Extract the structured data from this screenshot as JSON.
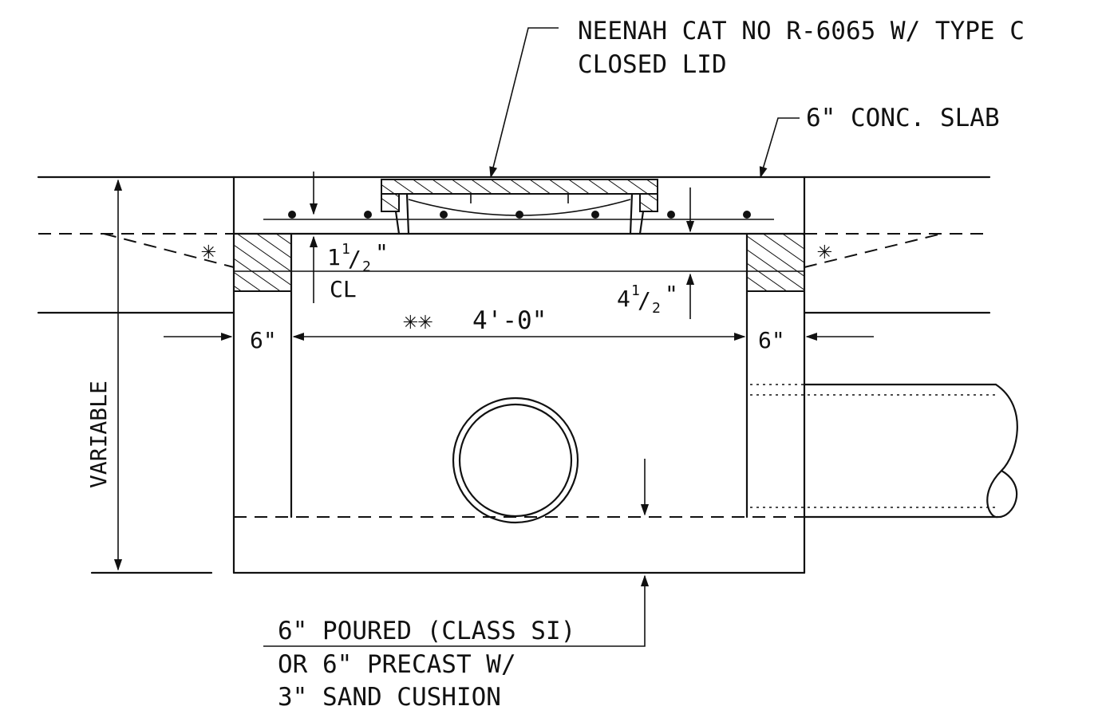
{
  "labels": {
    "lid_line1": "NEENAH CAT NO R-6065 W/ TYPE C",
    "lid_line2": "CLOSED LID",
    "slab": "6\" CONC. SLAB",
    "centerline": "CL",
    "variable": "VARIABLE",
    "base_line1": "6\" POURED (CLASS SI)",
    "base_line2": "OR 6\" PRECAST W/",
    "base_line3": "3\" SAND CUSHION",
    "star_symbol": "✳",
    "double_star": "✳✳"
  },
  "dimensions": {
    "lid_offset": {
      "whole": "1",
      "num": "1",
      "den": "2",
      "unit": "\""
    },
    "slab_depth": {
      "whole": "4",
      "num": "1",
      "den": "2",
      "unit": "\""
    },
    "inside_width": "4'-0\"",
    "wall_left": "6\"",
    "wall_right": "6\""
  },
  "colors": {
    "ink": "#111111",
    "paper": "#ffffff"
  }
}
